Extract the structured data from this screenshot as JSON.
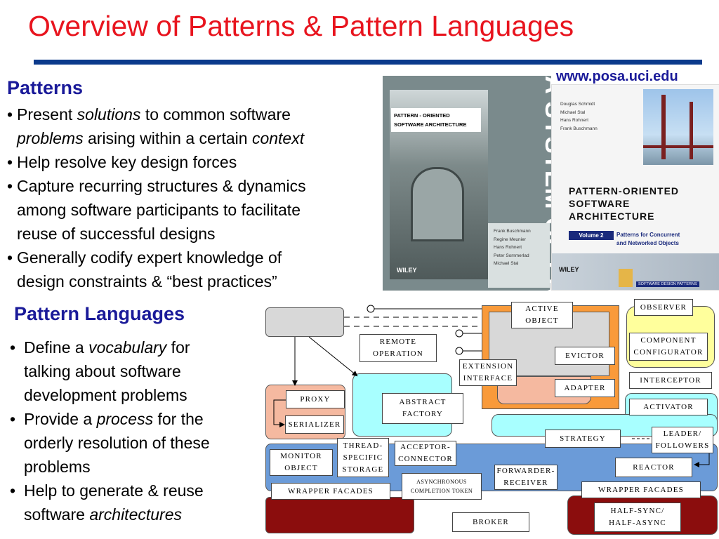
{
  "slide": {
    "title": "Overview of Patterns & Pattern Languages",
    "url": "www.posa.uci.edu"
  },
  "patterns": {
    "heading": "Patterns",
    "bullets": [
      {
        "parts": [
          "Present ",
          "solutions",
          " to common software"
        ],
        "italic": [
          false,
          true,
          false
        ]
      },
      {
        "parts": [
          "problems",
          " arising within a certain ",
          "context"
        ],
        "italic": [
          true,
          false,
          true
        ],
        "continuation": true
      },
      {
        "parts": [
          "Help resolve key design forces"
        ],
        "italic": [
          false
        ]
      },
      {
        "parts": [
          "Capture recurring structures & dynamics"
        ],
        "italic": [
          false
        ]
      },
      {
        "parts": [
          "among software participants to facilitate"
        ],
        "italic": [
          false
        ],
        "continuation": true
      },
      {
        "parts": [
          "reuse of successful designs"
        ],
        "italic": [
          false
        ],
        "continuation": true
      },
      {
        "parts": [
          "Generally codify expert knowledge of"
        ],
        "italic": [
          false
        ]
      },
      {
        "parts": [
          "design constraints & “best practices”"
        ],
        "italic": [
          false
        ],
        "continuation": true
      }
    ]
  },
  "pattern_languages": {
    "heading": "Pattern Languages",
    "bullets": [
      {
        "parts": [
          "Define a ",
          "vocabulary",
          " for"
        ],
        "italic": [
          false,
          true,
          false
        ]
      },
      {
        "parts": [
          "talking about software"
        ],
        "italic": [
          false
        ],
        "continuation": true
      },
      {
        "parts": [
          "development problems"
        ],
        "italic": [
          false
        ],
        "continuation": true
      },
      {
        "parts": [
          "Provide a ",
          "process",
          " for the"
        ],
        "italic": [
          false,
          true,
          false
        ]
      },
      {
        "parts": [
          "orderly resolution of these"
        ],
        "italic": [
          false
        ],
        "continuation": true
      },
      {
        "parts": [
          "problems"
        ],
        "italic": [
          false
        ],
        "continuation": true
      },
      {
        "parts": [
          "Help to generate & reuse"
        ],
        "italic": [
          false
        ]
      },
      {
        "parts": [
          "software ",
          "architectures"
        ],
        "italic": [
          false,
          true
        ],
        "continuation": true
      }
    ]
  },
  "book1": {
    "spine_title": "A SYSTEM OF PATTERNS",
    "label": "PATTERN - ORIENTED\nSOFTWARE ARCHITECTURE",
    "authors": [
      "Frank Buschmann",
      "Regine Meunier",
      "Hans Rohnert",
      "Peter Sommerlad",
      "Michael Stal"
    ],
    "publisher": "WILEY"
  },
  "book2": {
    "authors": [
      "Douglas Schmidt",
      "Michael Stal",
      "Hans Rohnert",
      "Frank Buschmann"
    ],
    "title": "PATTERN-ORIENTED\nSOFTWARE\nARCHITECTURE",
    "volume": "Volume 2",
    "subtitle": "Patterns for Concurrent\nand Networked Objects",
    "publisher": "WILEY",
    "series": "SOFTWARE DESIGN PATTERNS"
  },
  "diagram": {
    "labels": {
      "active_object": "ACTIVE\nOBJECT",
      "observer": "OBSERVER",
      "remote_operation": "REMOTE\nOPERATION",
      "evictor": "EVICTOR",
      "component_configurator": "COMPONENT\nCONFIGURATOR",
      "extension_interface": "EXTENSION\nINTERFACE",
      "adapter": "ADAPTER",
      "interceptor": "INTERCEPTOR",
      "proxy": "PROXY",
      "abstract_factory": "ABSTRACT\nFACTORY",
      "activator": "ACTIVATOR",
      "serializer": "SERIALIZER",
      "strategy": "STRATEGY",
      "leader_followers": "LEADER/\nFOLLOWERS",
      "monitor_object": "MONITOR\nOBJECT",
      "thread_specific_storage": "THREAD-\nSPECIFIC\nSTORAGE",
      "acceptor_connector": "ACCEPTOR-\nCONNECTOR",
      "reactor": "REACTOR",
      "forwarder_receiver": "FORWARDER-\nRECEIVER",
      "wrapper_facades_left": "WRAPPER FACADES",
      "asynchronous_completion_token": "ASYNCHRONOUS\nCOMPLETION TOKEN",
      "wrapper_facades_right": "WRAPPER FACADES",
      "broker": "BROKER",
      "half_sync_half_async": "HALF-SYNC/\nHALF-ASYNC"
    },
    "colors": {
      "orange": "#f99a3a",
      "peach": "#f5b9a0",
      "cyan": "#a8ffff",
      "yellow": "#ffff9c",
      "blue": "#6b9bd8",
      "maroon": "#8b0d0d",
      "gray": "#d8d8d8"
    }
  }
}
